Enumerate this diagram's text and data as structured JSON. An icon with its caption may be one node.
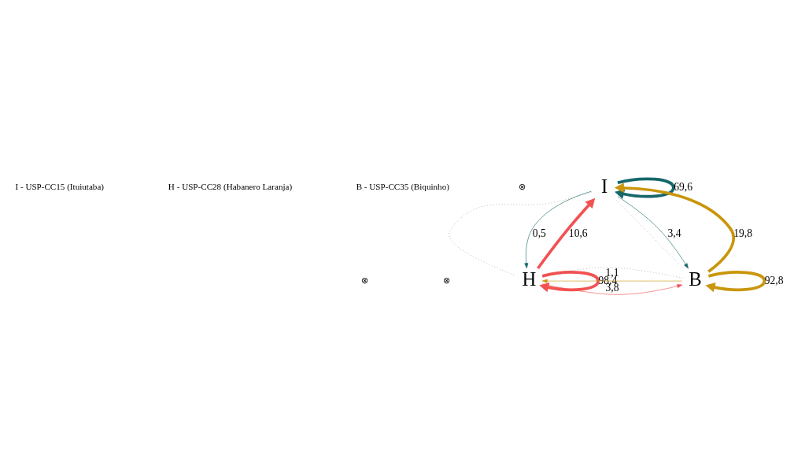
{
  "diagram": {
    "nodes": [
      {
        "text": [
          "I"
        ]
      },
      {
        "text": [
          "H"
        ]
      },
      {
        "text": [
          "B"
        ]
      }
    ],
    "edges": [
      {
        "from": 0,
        "to": 0,
        "arrow": "to",
        "label": "69,6",
        "style": "thick",
        "color": "#16676a"
      },
      {
        "from": 2,
        "to": 2,
        "arrow": "to",
        "label": "92,8",
        "style": "thick",
        "color": "#c9960c"
      },
      {
        "from": 1,
        "to": 1,
        "arrow": "to",
        "label": "98,4",
        "style": "thick",
        "color": "#f25252"
      },
      {
        "from": 0,
        "to": 2,
        "arrow": "none",
        "style": "dashed",
        "color": "#555555"
      },
      {
        "from": 0,
        "to": 1,
        "arrow": "none",
        "style": "dashed",
        "color": "#555555"
      },
      {
        "from": 2,
        "to": 1,
        "arrow": "none",
        "style": "dashed",
        "color": "#555555"
      },
      {
        "from": 2,
        "to": 0,
        "arrow": "to",
        "label": "19,8",
        "style": "thick",
        "color": "#c9960c"
      },
      {
        "from": 0,
        "to": 2,
        "arrow": "to",
        "label": "3,4",
        "color": "#16676a"
      },
      {
        "from": 1,
        "to": 0,
        "arrow": "to",
        "label": "10,6",
        "style": "thick",
        "color": "#f25252"
      },
      {
        "from": 0,
        "to": 1,
        "arrow": "to",
        "label": "0,5",
        "color": "#16676a"
      },
      {
        "from": 2,
        "to": 1,
        "arrow": "to",
        "label": "1,1",
        "color": "#c9960c"
      },
      {
        "from": 1,
        "to": 2,
        "arrow": "to",
        "label": "3,8",
        "color": "#f25252"
      }
    ],
    "labels": [
      "I - USP-CC15 (Ituiutaba)",
      "H - USP-CC28 (Habanero Laranja)",
      "B - USP-CC35 (Biquinho)",
      "⊗",
      "⊗",
      "⊗"
    ]
  }
}
